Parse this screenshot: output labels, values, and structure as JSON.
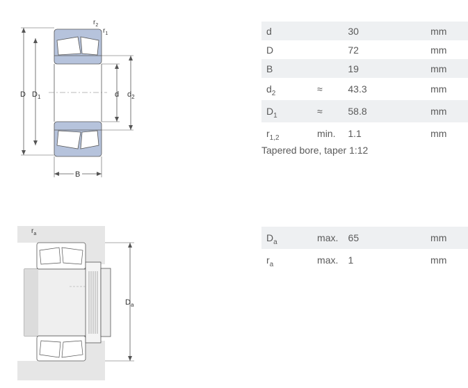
{
  "dimensions": {
    "rows": [
      {
        "sym": "d",
        "sub": "",
        "qual": "",
        "value": "30",
        "unit": "mm"
      },
      {
        "sym": "D",
        "sub": "",
        "qual": "",
        "value": "72",
        "unit": "mm"
      },
      {
        "sym": "B",
        "sub": "",
        "qual": "",
        "value": "19",
        "unit": "mm"
      },
      {
        "sym": "d",
        "sub": "2",
        "qual": "≈",
        "value": "43.3",
        "unit": "mm"
      },
      {
        "sym": "D",
        "sub": "1",
        "qual": "≈",
        "value": "58.8",
        "unit": "mm"
      },
      {
        "sym": "r",
        "sub": "1,2",
        "qual": "min.",
        "value": "1.1",
        "unit": "mm"
      }
    ],
    "note": "Tapered bore, taper 1:12"
  },
  "abutment": {
    "rows": [
      {
        "sym": "D",
        "sub": "a",
        "qual": "max.",
        "value": "65",
        "unit": "mm"
      },
      {
        "sym": "r",
        "sub": "a",
        "qual": "max.",
        "value": "1",
        "unit": "mm"
      }
    ]
  },
  "drawing_labels": {
    "r2": "r",
    "r2_sub": "2",
    "r1": "r",
    "r1_sub": "1",
    "D": "D",
    "D1": "D",
    "D1_sub": "1",
    "d": "d",
    "d2": "d",
    "d2_sub": "2",
    "B": "B",
    "ra": "r",
    "ra_sub": "a",
    "Da": "D",
    "Da_sub": "a"
  },
  "colors": {
    "ring_fill": "#b6c3dc",
    "line": "#555555",
    "housing": "#e6e6e6"
  }
}
